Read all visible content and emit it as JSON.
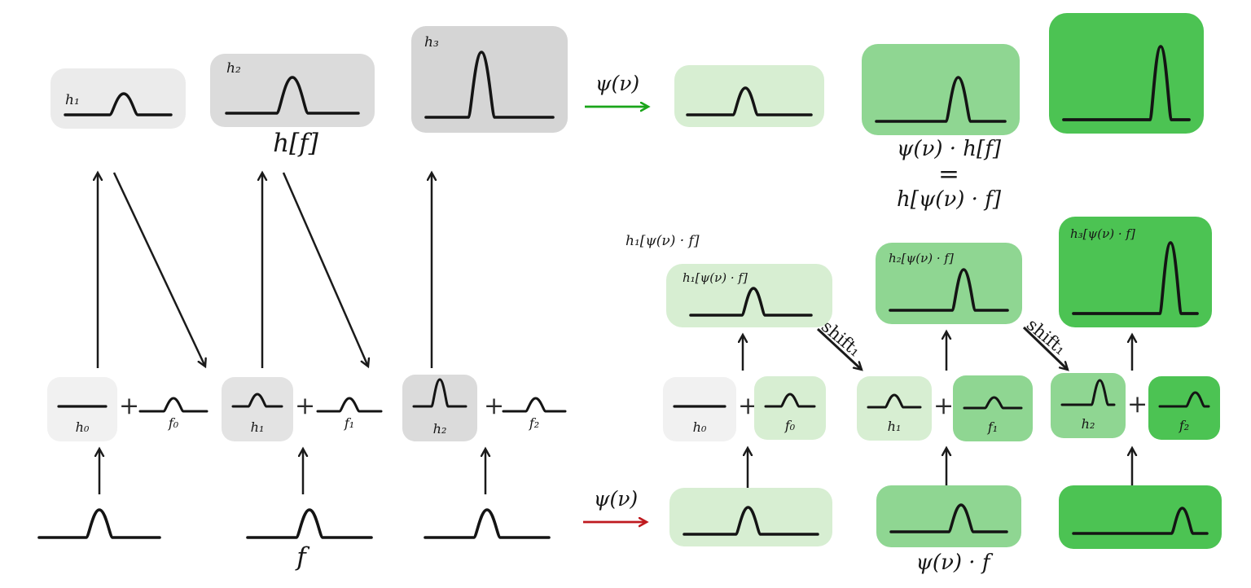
{
  "colors": {
    "arrow_green": "#1aa51a",
    "arrow_red": "#bf1a1f",
    "gray_50": "#f1f1f1",
    "gray_100": "#ebebeb",
    "gray_150": "#e3e3e3",
    "gray_200": "#dbdbdb",
    "gray_300": "#d5d5d5",
    "green_light": "#d7eed2",
    "green_mid": "#8fd692",
    "green_dark": "#4cc353",
    "curve_stroke": "#141414"
  },
  "left": {
    "top_boxes": [
      {
        "label": "h₁"
      },
      {
        "label": "h₂"
      },
      {
        "label": "h₃"
      }
    ],
    "top_caption": "h[f]",
    "pairs": [
      {
        "h": "h₀",
        "plus": "+",
        "f": "f₀"
      },
      {
        "h": "h₁",
        "plus": "+",
        "f": "f₁"
      },
      {
        "h": "h₂",
        "plus": "+",
        "f": "f₂"
      }
    ],
    "bottom_caption": "f"
  },
  "transform": {
    "top_arrow_label": "ψ(ν)",
    "bottom_arrow_label": "ψ(ν)",
    "shift_label_1": "shift₁",
    "shift_label_2": "shift₁"
  },
  "right": {
    "equation": {
      "line1": "ψ(ν) · h[f]",
      "line2": "=",
      "line3": "h[ψ(ν) · f]"
    },
    "mid_outside_label": "h₁[ψ(ν) · f]",
    "mid_boxes": [
      {
        "label": "h₁[ψ(ν) · f]"
      },
      {
        "label": "h₂[ψ(ν) · f]"
      },
      {
        "label": "h₃[ψ(ν) · f]"
      }
    ],
    "pairs": [
      {
        "h": "h₀",
        "plus": "+",
        "f": "f₀"
      },
      {
        "h": "h₁",
        "plus": "+",
        "f": "f₁"
      },
      {
        "h": "h₂",
        "plus": "+",
        "f": "f₂"
      }
    ],
    "bottom_caption": "ψ(ν) · f"
  }
}
